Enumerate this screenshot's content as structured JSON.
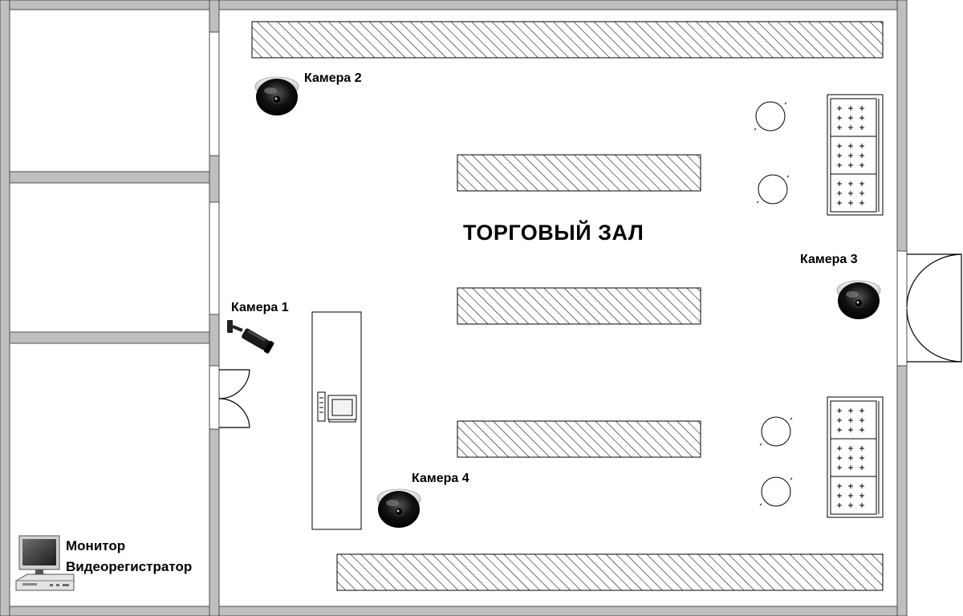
{
  "hall_title": "ТОРГОВЫЙ ЗАЛ",
  "cameras": [
    {
      "id": 1,
      "label": "Камера 1",
      "kind": "bullet"
    },
    {
      "id": 2,
      "label": "Камера 2",
      "kind": "dome"
    },
    {
      "id": 3,
      "label": "Камера 3",
      "kind": "dome"
    },
    {
      "id": 4,
      "label": "Камера 4",
      "kind": "dome"
    }
  ],
  "equipment": {
    "monitor_label": "Монитор",
    "recorder_label": "Видеорегистратор"
  },
  "colors": {
    "wall_fill": "#bfbfbf",
    "wall_stroke": "#4d4d4d",
    "hatch": "#000000",
    "background": "#ffffff"
  }
}
